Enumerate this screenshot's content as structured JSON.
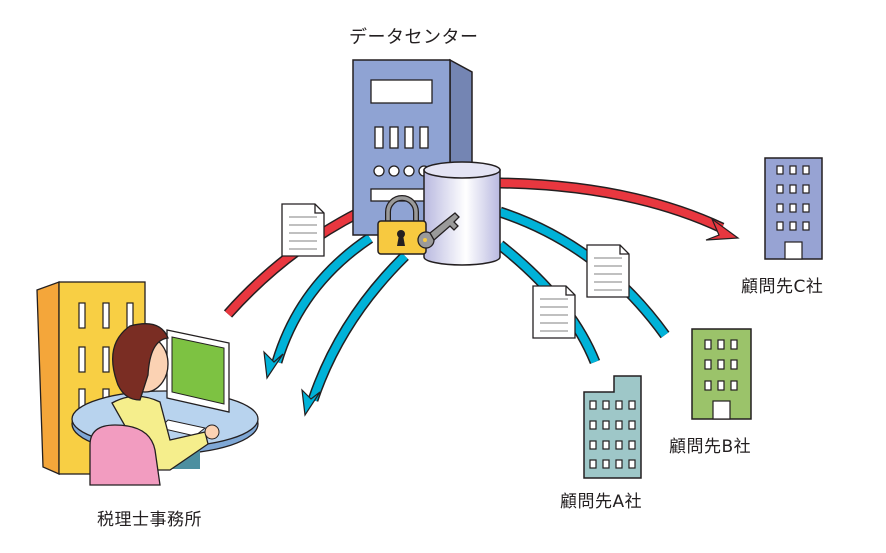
{
  "title": "データセンター",
  "nodes": {
    "datacenter": {
      "label": "データセンター"
    },
    "tax_office": {
      "label": "税理士事務所"
    },
    "client_a": {
      "label": "顧問先A社",
      "color": "#9ec7c8"
    },
    "client_b": {
      "label": "顧問先B社",
      "color": "#9bc36a"
    },
    "client_c": {
      "label": "顧問先C社",
      "color": "#97a3d3"
    }
  },
  "colors": {
    "upload_arrow": "#e8373f",
    "download_arrow": "#00b2d8",
    "server": "#8fa3d3",
    "database": "#d6d6ee",
    "lock": "#f7c940",
    "office_building": "#f8cf44",
    "monitor_screen": "#7dc242",
    "desk": "#b8d3ee",
    "chair": "#f29cc0",
    "outline": "#231f20"
  }
}
